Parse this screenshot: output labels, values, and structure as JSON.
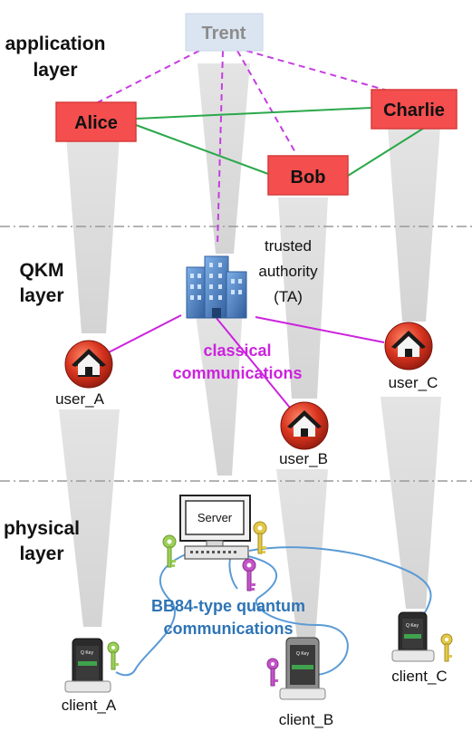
{
  "layers": {
    "application": [
      "application",
      "layer"
    ],
    "qkm": [
      "QKM",
      "layer"
    ],
    "physical": [
      "physical",
      "layer"
    ]
  },
  "application_nodes": {
    "trent": "Trent",
    "alice": "Alice",
    "bob": "Bob",
    "charlie": "Charlie"
  },
  "ta": {
    "lines": [
      "trusted",
      "authority",
      "(TA)"
    ]
  },
  "users": {
    "a": "user_A",
    "b": "user_B",
    "c": "user_C"
  },
  "classical_label": [
    "classical",
    "communications"
  ],
  "server_label": "Server",
  "quantum_label": [
    "BB84-type quantum",
    "communications"
  ],
  "clients": {
    "a": "client_A",
    "b": "client_B",
    "c": "client_C"
  },
  "phone_screen_text": "Q Key",
  "colors": {
    "node_red": "#f44e4e",
    "node_red_border": "#d83b3b",
    "trent_fill": "#dbe5f1",
    "classical_purple": "#cc22dd",
    "dashed_purple": "#c63de0",
    "green_link": "#2aa84a",
    "quantum_blue": "#2e74b5",
    "cable_blue": "#5b9bd5",
    "funnel_gray": "#dcdcdc",
    "key_green": "#9ccf58",
    "key_yellow": "#e3c94a",
    "key_purple": "#c454c9"
  }
}
